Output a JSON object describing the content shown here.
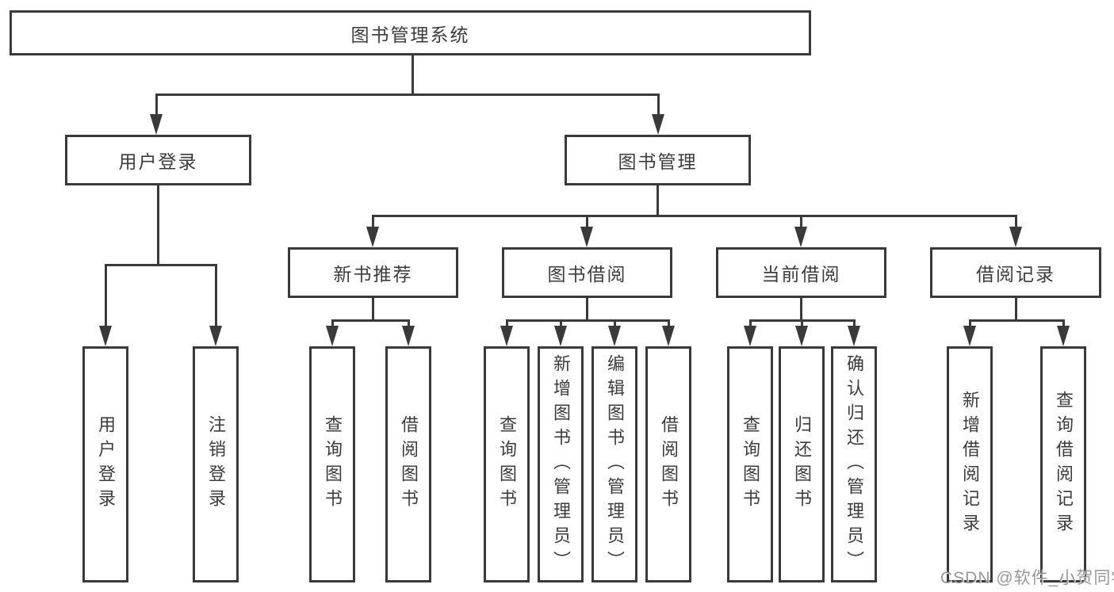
{
  "diagram": {
    "root": {
      "label": "图书管理系统"
    },
    "branches": [
      {
        "label": "用户登录",
        "children": [
          {
            "label": "用户登录"
          },
          {
            "label": "注销登录"
          }
        ]
      },
      {
        "label": "图书管理",
        "children": [
          {
            "label": "新书推荐",
            "children": [
              {
                "label": "查询图书"
              },
              {
                "label": "借阅图书"
              }
            ]
          },
          {
            "label": "图书借阅",
            "children": [
              {
                "label": "查询图书"
              },
              {
                "label": "新增图书（管理员）"
              },
              {
                "label": "编辑图书（管理员）"
              },
              {
                "label": "借阅图书"
              }
            ]
          },
          {
            "label": "当前借阅",
            "children": [
              {
                "label": "查询图书"
              },
              {
                "label": "归还图书"
              },
              {
                "label": "确认归还（管理员）"
              }
            ]
          },
          {
            "label": "借阅记录",
            "children": [
              {
                "label": "新增借阅记录"
              },
              {
                "label": "查询借阅记录"
              }
            ]
          }
        ]
      }
    ]
  },
  "watermark": {
    "text": "CSDN @软件_小贺同学"
  },
  "colors": {
    "line": "#3a3a3a",
    "box_background": "#ffffff",
    "text": "#3c3c3c",
    "watermark": "#8f8f8f",
    "page_background": "#ffffff"
  }
}
